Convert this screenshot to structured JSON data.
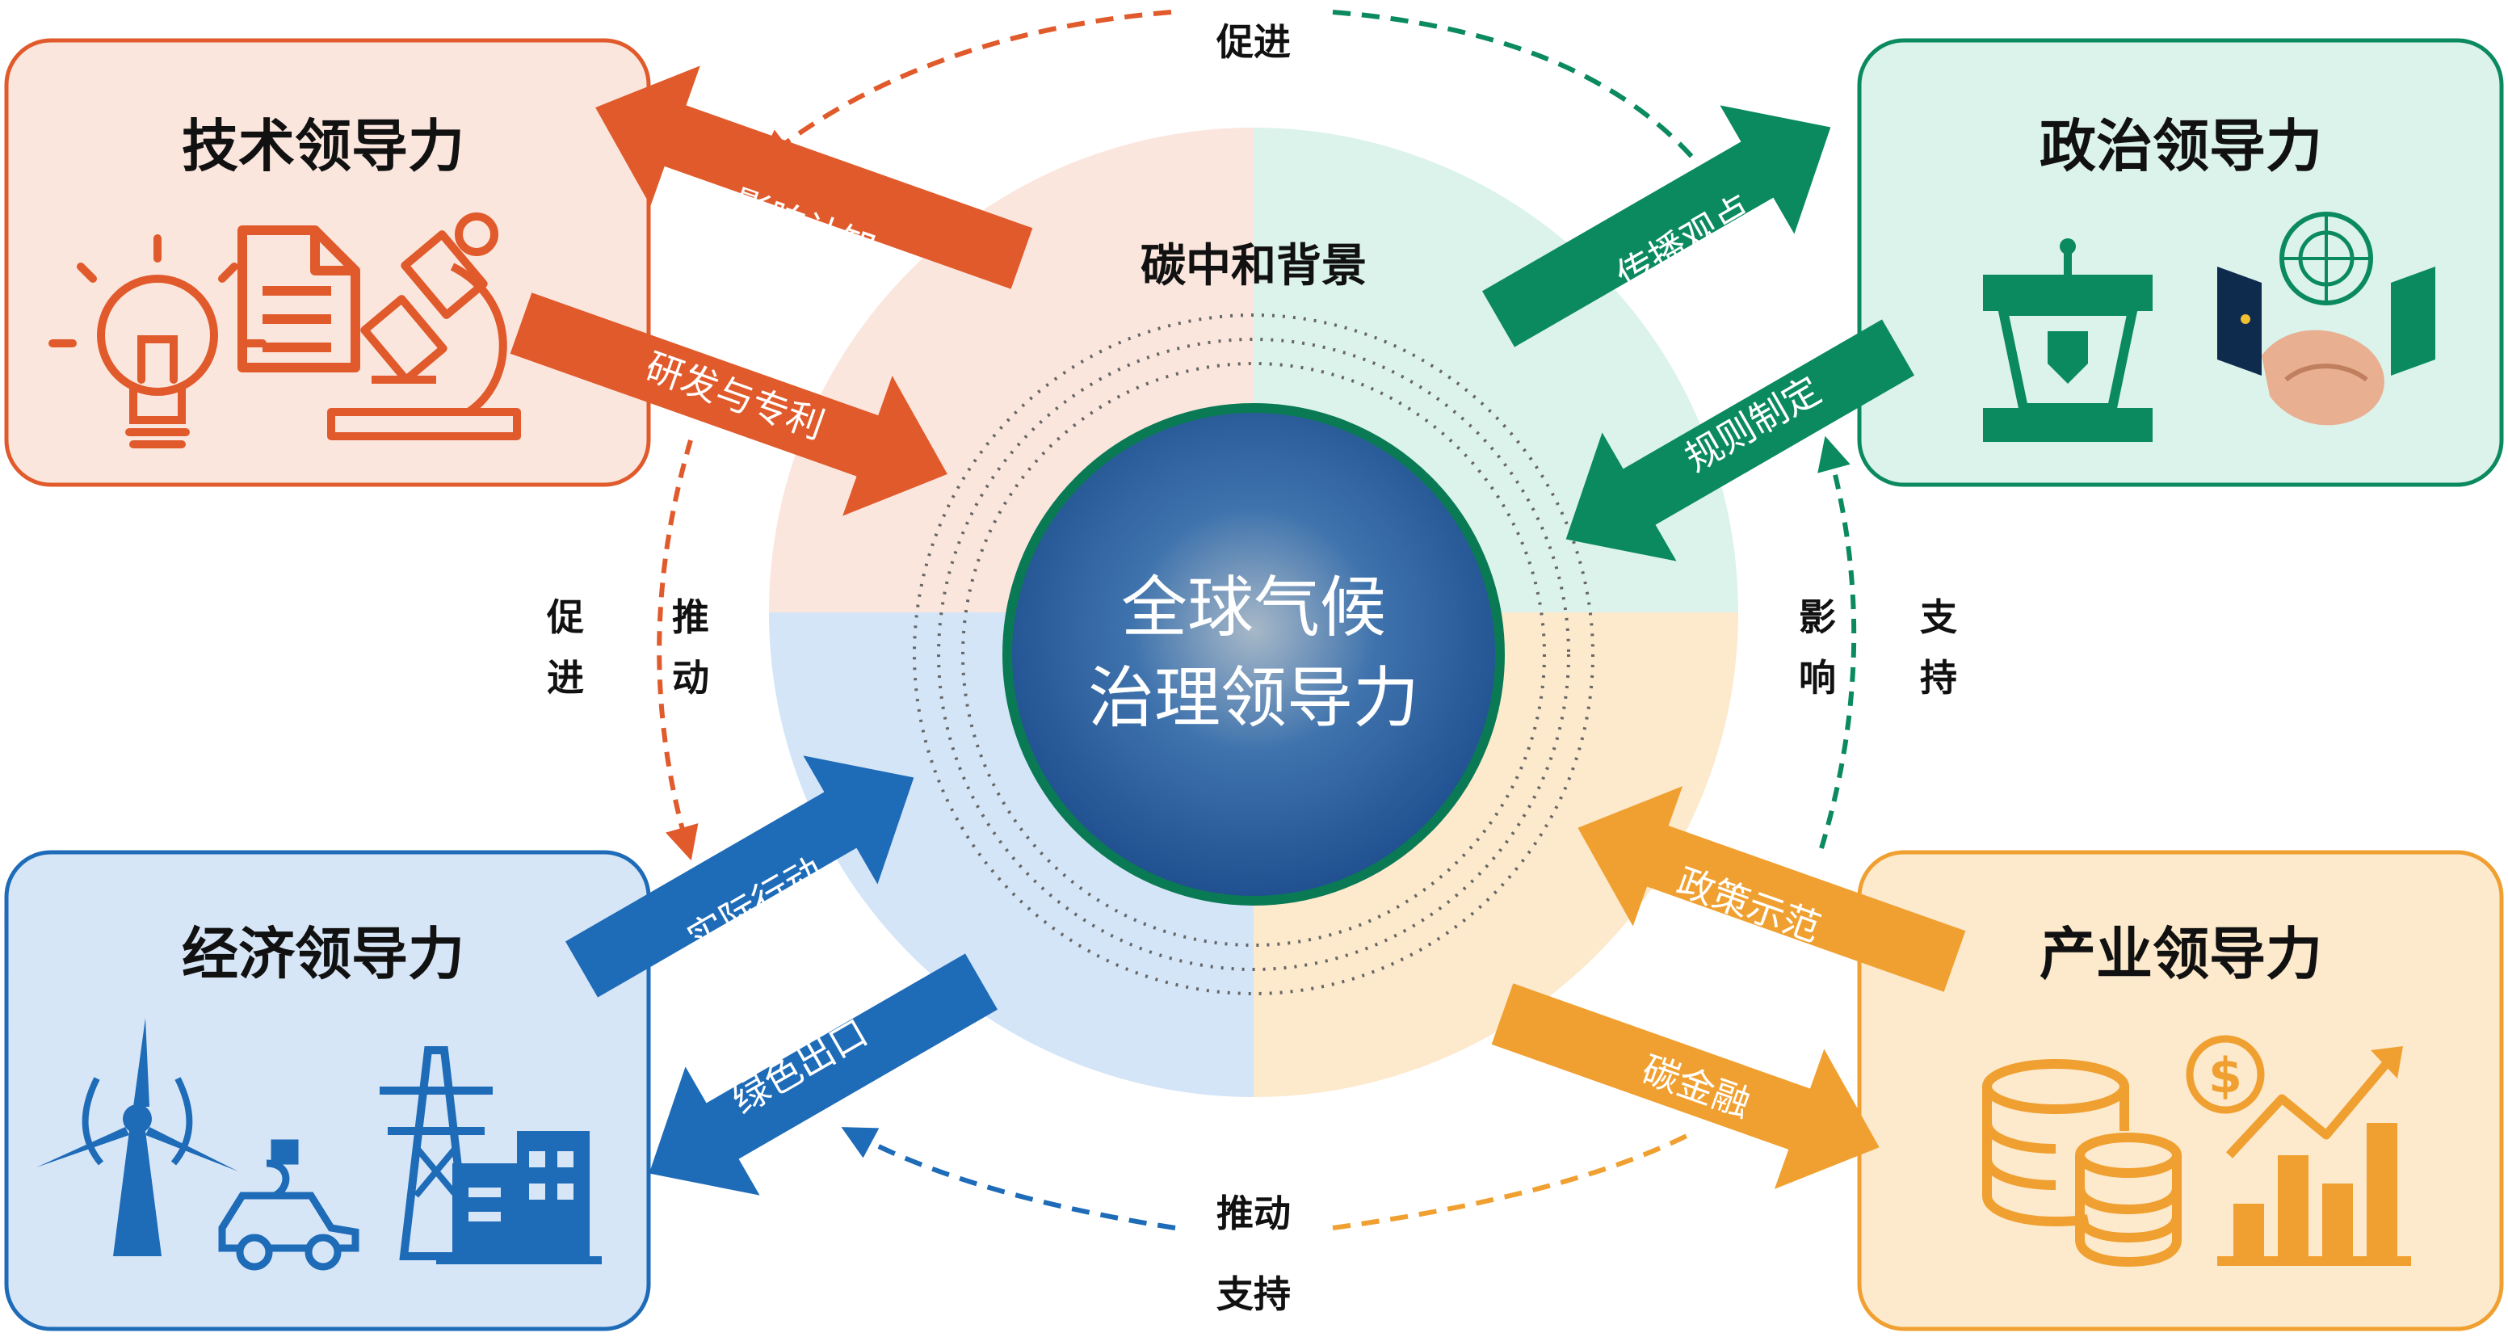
{
  "center": {
    "line1": "全球气候",
    "line2": "治理领导力",
    "background_label": "碳中和背景"
  },
  "boxes": {
    "tech": {
      "title": "技术领导力",
      "color": "#e05a2b",
      "fill": "#fbe6de"
    },
    "politics": {
      "title": "政治领导力",
      "color": "#0a8a5e",
      "fill": "#dcf3eb"
    },
    "economy": {
      "title": "经济领导力",
      "color": "#1e6bb8",
      "fill": "#d7e6f7"
    },
    "industry": {
      "title": "产业领导力",
      "color": "#f0a030",
      "fill": "#fde9cc"
    }
  },
  "arrows": {
    "tech_in": "影响认知",
    "tech_out": "研发与专利",
    "politics_in": "传播观点",
    "politics_out": "规则制定",
    "economy_out": "实际行动",
    "economy_in": "绿色出口",
    "industry_in": "政策示范",
    "industry_out": "碳金融"
  },
  "relations": {
    "top": "促进",
    "left_a": [
      "促",
      "进"
    ],
    "left_b": [
      "推",
      "动"
    ],
    "right_a": [
      "影",
      "响"
    ],
    "right_b": [
      "支",
      "持"
    ],
    "bottom_a": "推动",
    "bottom_b": "支持"
  }
}
